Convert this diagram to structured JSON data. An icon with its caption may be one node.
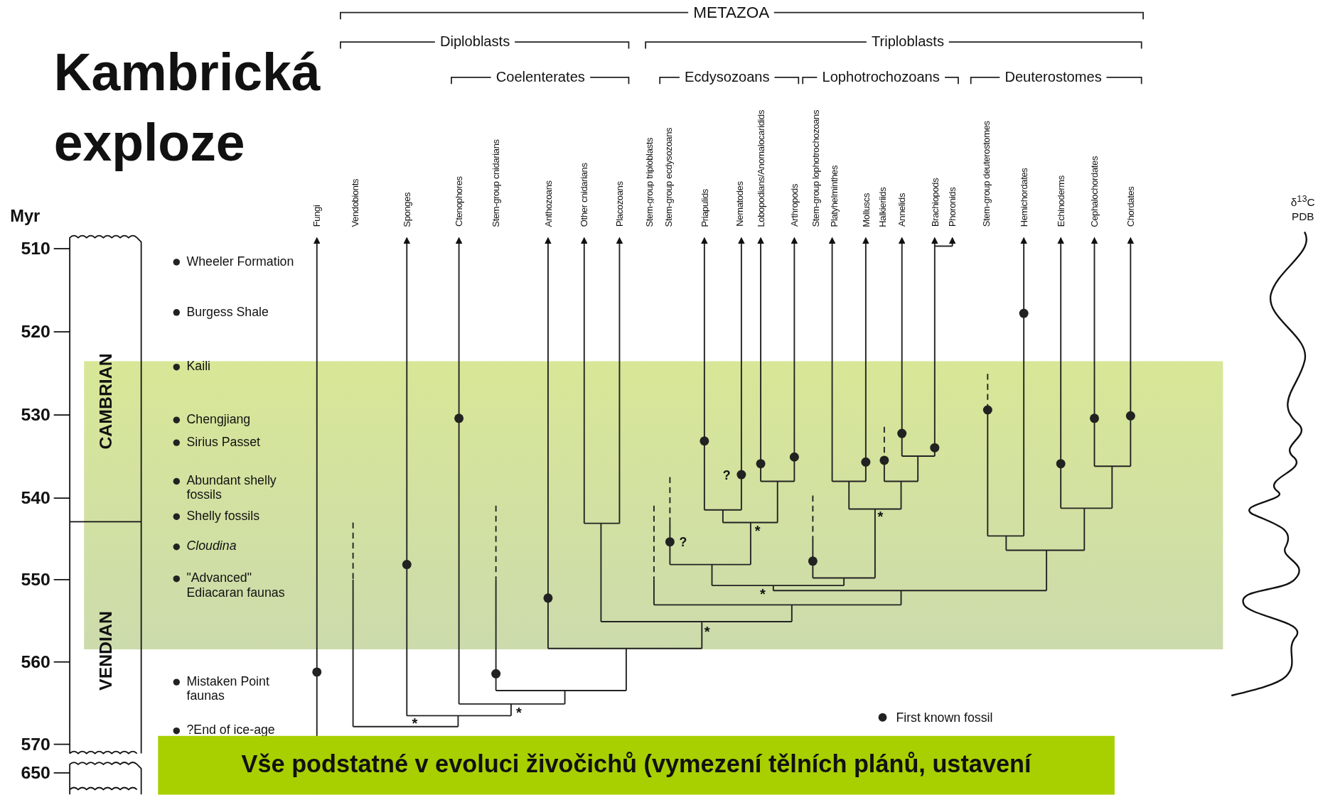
{
  "diagram": {
    "title": "Kambrická exploze",
    "nodes": [
      {
        "text": [
          "Vše podstatné v evoluci živočichů (vymezení tělních plánů, ustavení"
        ]
      }
    ],
    "labels": [
      "METAZOA",
      "Diploblasts",
      "Triploblasts",
      "Coelenterates",
      "Ecdysozoans",
      "Lophotrochozoans",
      "Deuterostomes",
      "Fungi",
      "Vendobionts",
      "Sponges",
      "Ctenophores",
      "Stem-group cnidarians",
      "Anthozoans",
      "Other cnidarians",
      "Placozoans",
      "Stem-group triploblasts",
      "Stem-group ecdysozoans",
      "Priapulids",
      "Nematodes",
      "Lobopodians/Anomalocaridids",
      "Arthropods",
      "Stem-group lophotrochozoans",
      "Platyhelminthes",
      "Molluscs",
      "Halkieriids",
      "Annelids",
      "Brachiopods",
      "Phoronids",
      "Stem-group deuterostomes",
      "Hemichordates",
      "Echinoderms",
      "Cephalochordates",
      "Chordates",
      "δ$^{13}$C PDB",
      "Myr",
      "510",
      "520",
      "530",
      "540",
      "550",
      "560",
      "570",
      "650",
      "CAMBRIAN",
      "VENDIAN",
      "Wheeler Formation",
      "Burgess Shale",
      "Kaili",
      "Chengjiang",
      "Sirius Passet",
      "Abundant shelly fossils",
      "Shelly fossils",
      "Cloudina",
      "\"Advanced\" Ediacaran faunas",
      "Mistaken Point faunas",
      "?End of ice-age",
      "?",
      "?",
      "*",
      "*",
      "*",
      "*",
      "*",
      "*"
    ],
    "legend": [
      {
        "text": "First known fossil"
      }
    ]
  }
}
